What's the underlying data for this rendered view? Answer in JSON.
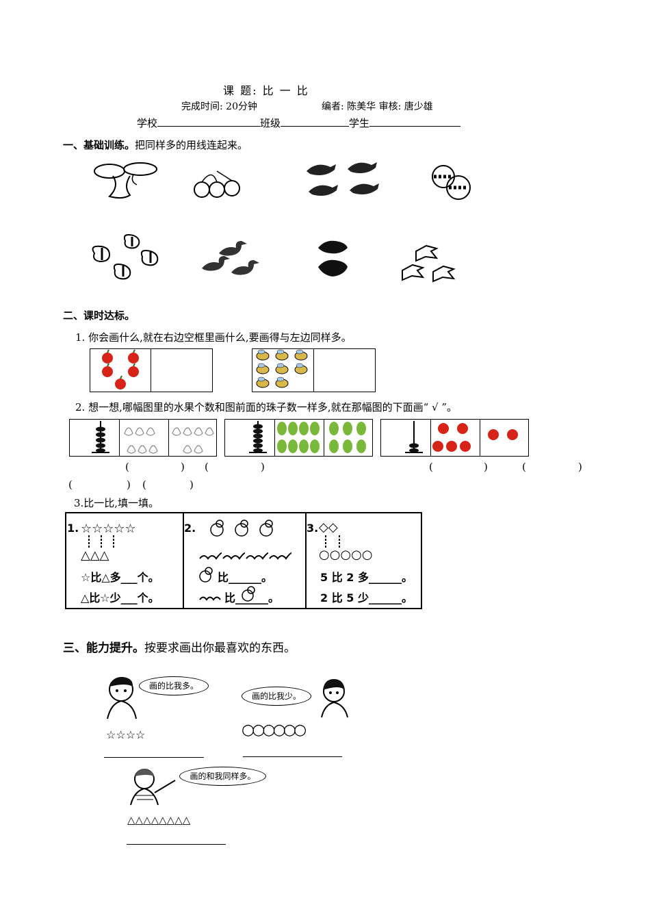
{
  "header": {
    "title": "课  题: 比 一 比",
    "time": "完成时间: 20分钟",
    "editor": "编者: 陈美华  审核: 唐少雄",
    "school_label": "学校",
    "class_label": "班级",
    "student_label": "学生"
  },
  "section1": {
    "heading": "一、基础训练。",
    "instruction": "把同样多的用线连起来。",
    "top_row": [
      "mushroom-group-2",
      "cherry-group-3",
      "bird-group-4",
      "ball-group-2"
    ],
    "bottom_row": [
      "butterfly-group-4",
      "duck-group-3",
      "frog-group-2",
      "dove-group-3"
    ]
  },
  "section2": {
    "heading": "二、课时达标。",
    "q1": "1. 你会画什么,就在右边空框里画什么,要画得与左边同样多。",
    "q2": "2. 想一想,哪幅图里的水果个数和图前面的珠子数一样多,就在那幅图的下面画“ √ ”。",
    "q3": "3.比一比,填一填。",
    "parens": [
      "(",
      ")",
      "(",
      ")",
      "(",
      ")",
      "(",
      ")",
      "(",
      ")",
      "(",
      ")"
    ],
    "q3_boxes": [
      {
        "num": "1.",
        "top": "☆☆☆☆☆",
        "bottom": "△△△",
        "line1": "☆比△多___个。",
        "line2": "△比☆少___个。"
      },
      {
        "num": "2.",
        "line1": "比______。",
        "line2": "比______。"
      },
      {
        "num": "3.",
        "top": "◇◇",
        "bottom": "○○○○○",
        "line1": "5 比 2 多______。",
        "line2": "2 比 5 少______。"
      }
    ]
  },
  "section3": {
    "heading": "三、能力提升。",
    "instruction": "按要求画出你最喜欢的东西。",
    "bubble1": "画的比我多。",
    "bubble2": "画的比我少。",
    "bubble3": "画的和我同样多。",
    "stars": "☆☆☆☆",
    "circles": "○○○○○○",
    "triangles": "△△△△△△△△"
  },
  "colors": {
    "apple": "#d62418",
    "pear": "#7ab83a",
    "bee": "#d9b84a"
  }
}
